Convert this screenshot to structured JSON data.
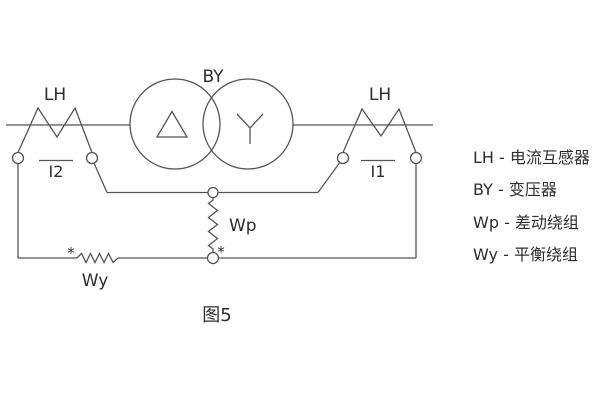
{
  "figure": {
    "caption": "图5",
    "colors": {
      "background": "#ffffff",
      "line": "#545454",
      "text": "#2d2d2d"
    }
  },
  "diagram": {
    "components": {
      "ct_left_label": "LH",
      "ct_right_label": "LH",
      "transformer_label": "BY",
      "current_left_label": "I2",
      "current_right_label": "I1",
      "differential_winding_label": "Wp",
      "balance_winding_label": "Wy",
      "polarity_mark_wy": "*",
      "polarity_mark_wp": "*"
    }
  },
  "legend": {
    "items": [
      {
        "label": "LH - 电流互感器"
      },
      {
        "label": "BY - 变压器"
      },
      {
        "label": "Wp - 差动绕组"
      },
      {
        "label": "Wy - 平衡绕组"
      }
    ]
  }
}
